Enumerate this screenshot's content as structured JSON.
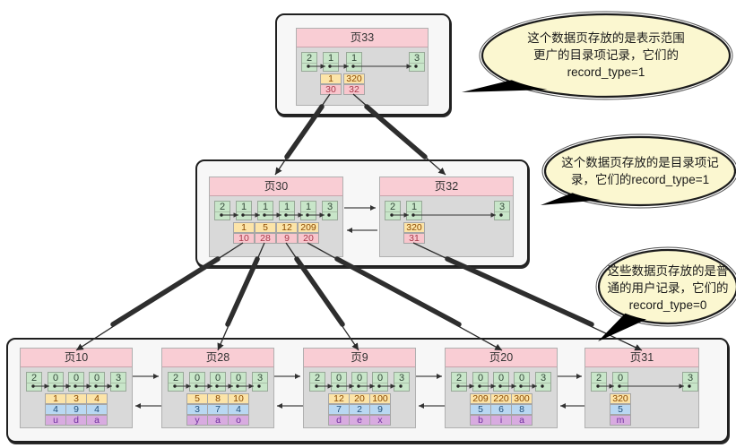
{
  "colors": {
    "pink": "#f9cdd4",
    "green": "#c8e6c9",
    "orange": "#fce4a8",
    "pinkcell": "#f8c6cd",
    "blue": "#b9d8f2",
    "purple": "#d8abe0",
    "bubble": "#fbf7d0",
    "pageBody": "#d9d9d9",
    "outerFill": "#f7f7f7",
    "greenText": "#34493a",
    "orangeText": "#8c4a00",
    "pinkText": "#a8394a",
    "blueText": "#1f4e79",
    "purpleText": "#7030a0"
  },
  "pages": {
    "p33": {
      "title": "页33",
      "min": "2",
      "sup": "3",
      "entries": [
        {
          "t": "1",
          "k": "1",
          "v": "30"
        },
        {
          "t": "1",
          "k": "320",
          "v": "32"
        }
      ]
    },
    "p30": {
      "title": "页30",
      "min": "2",
      "sup": "3",
      "entries": [
        {
          "t": "1",
          "k": "1",
          "v": "10"
        },
        {
          "t": "1",
          "k": "5",
          "v": "28"
        },
        {
          "t": "1",
          "k": "12",
          "v": "9"
        },
        {
          "t": "1",
          "k": "209",
          "v": "20"
        }
      ]
    },
    "p32": {
      "title": "页32",
      "min": "2",
      "sup": "3",
      "entries": [
        {
          "t": "1",
          "k": "320",
          "v": "31"
        }
      ]
    },
    "p10": {
      "title": "页10",
      "min": "2",
      "sup": "3",
      "rows": [
        {
          "t": "0",
          "k": "1",
          "b": "4",
          "u": "u"
        },
        {
          "t": "0",
          "k": "3",
          "b": "9",
          "u": "d"
        },
        {
          "t": "0",
          "k": "4",
          "b": "4",
          "u": "a"
        }
      ]
    },
    "p28": {
      "title": "页28",
      "min": "2",
      "sup": "3",
      "rows": [
        {
          "t": "0",
          "k": "5",
          "b": "3",
          "u": "y"
        },
        {
          "t": "0",
          "k": "8",
          "b": "7",
          "u": "a"
        },
        {
          "t": "0",
          "k": "10",
          "b": "4",
          "u": "o"
        }
      ]
    },
    "p9": {
      "title": "页9",
      "min": "2",
      "sup": "3",
      "rows": [
        {
          "t": "0",
          "k": "12",
          "b": "7",
          "u": "d"
        },
        {
          "t": "0",
          "k": "20",
          "b": "2",
          "u": "e"
        },
        {
          "t": "0",
          "k": "100",
          "b": "9",
          "u": "x"
        }
      ]
    },
    "p20": {
      "title": "页20",
      "min": "2",
      "sup": "3",
      "rows": [
        {
          "t": "0",
          "k": "209",
          "b": "5",
          "u": "b"
        },
        {
          "t": "0",
          "k": "220",
          "b": "6",
          "u": "i"
        },
        {
          "t": "0",
          "k": "300",
          "b": "8",
          "u": "a"
        }
      ]
    },
    "p31": {
      "title": "页31",
      "min": "2",
      "sup": "3",
      "rows": [
        {
          "t": "0",
          "k": "320",
          "b": "5",
          "u": "m"
        }
      ]
    }
  },
  "bubbles": {
    "b1": {
      "lines": [
        "这个数据页存放的是表示范围",
        "更广的目录项记录，它们的",
        "record_type=1"
      ]
    },
    "b2": {
      "lines": [
        "这个数据页存放的是目录项记",
        "录，它们的record_type=1"
      ]
    },
    "b3": {
      "lines": [
        "这些数据页存放的是普",
        "通的用户记录，它们的",
        "record_type=0"
      ]
    }
  }
}
